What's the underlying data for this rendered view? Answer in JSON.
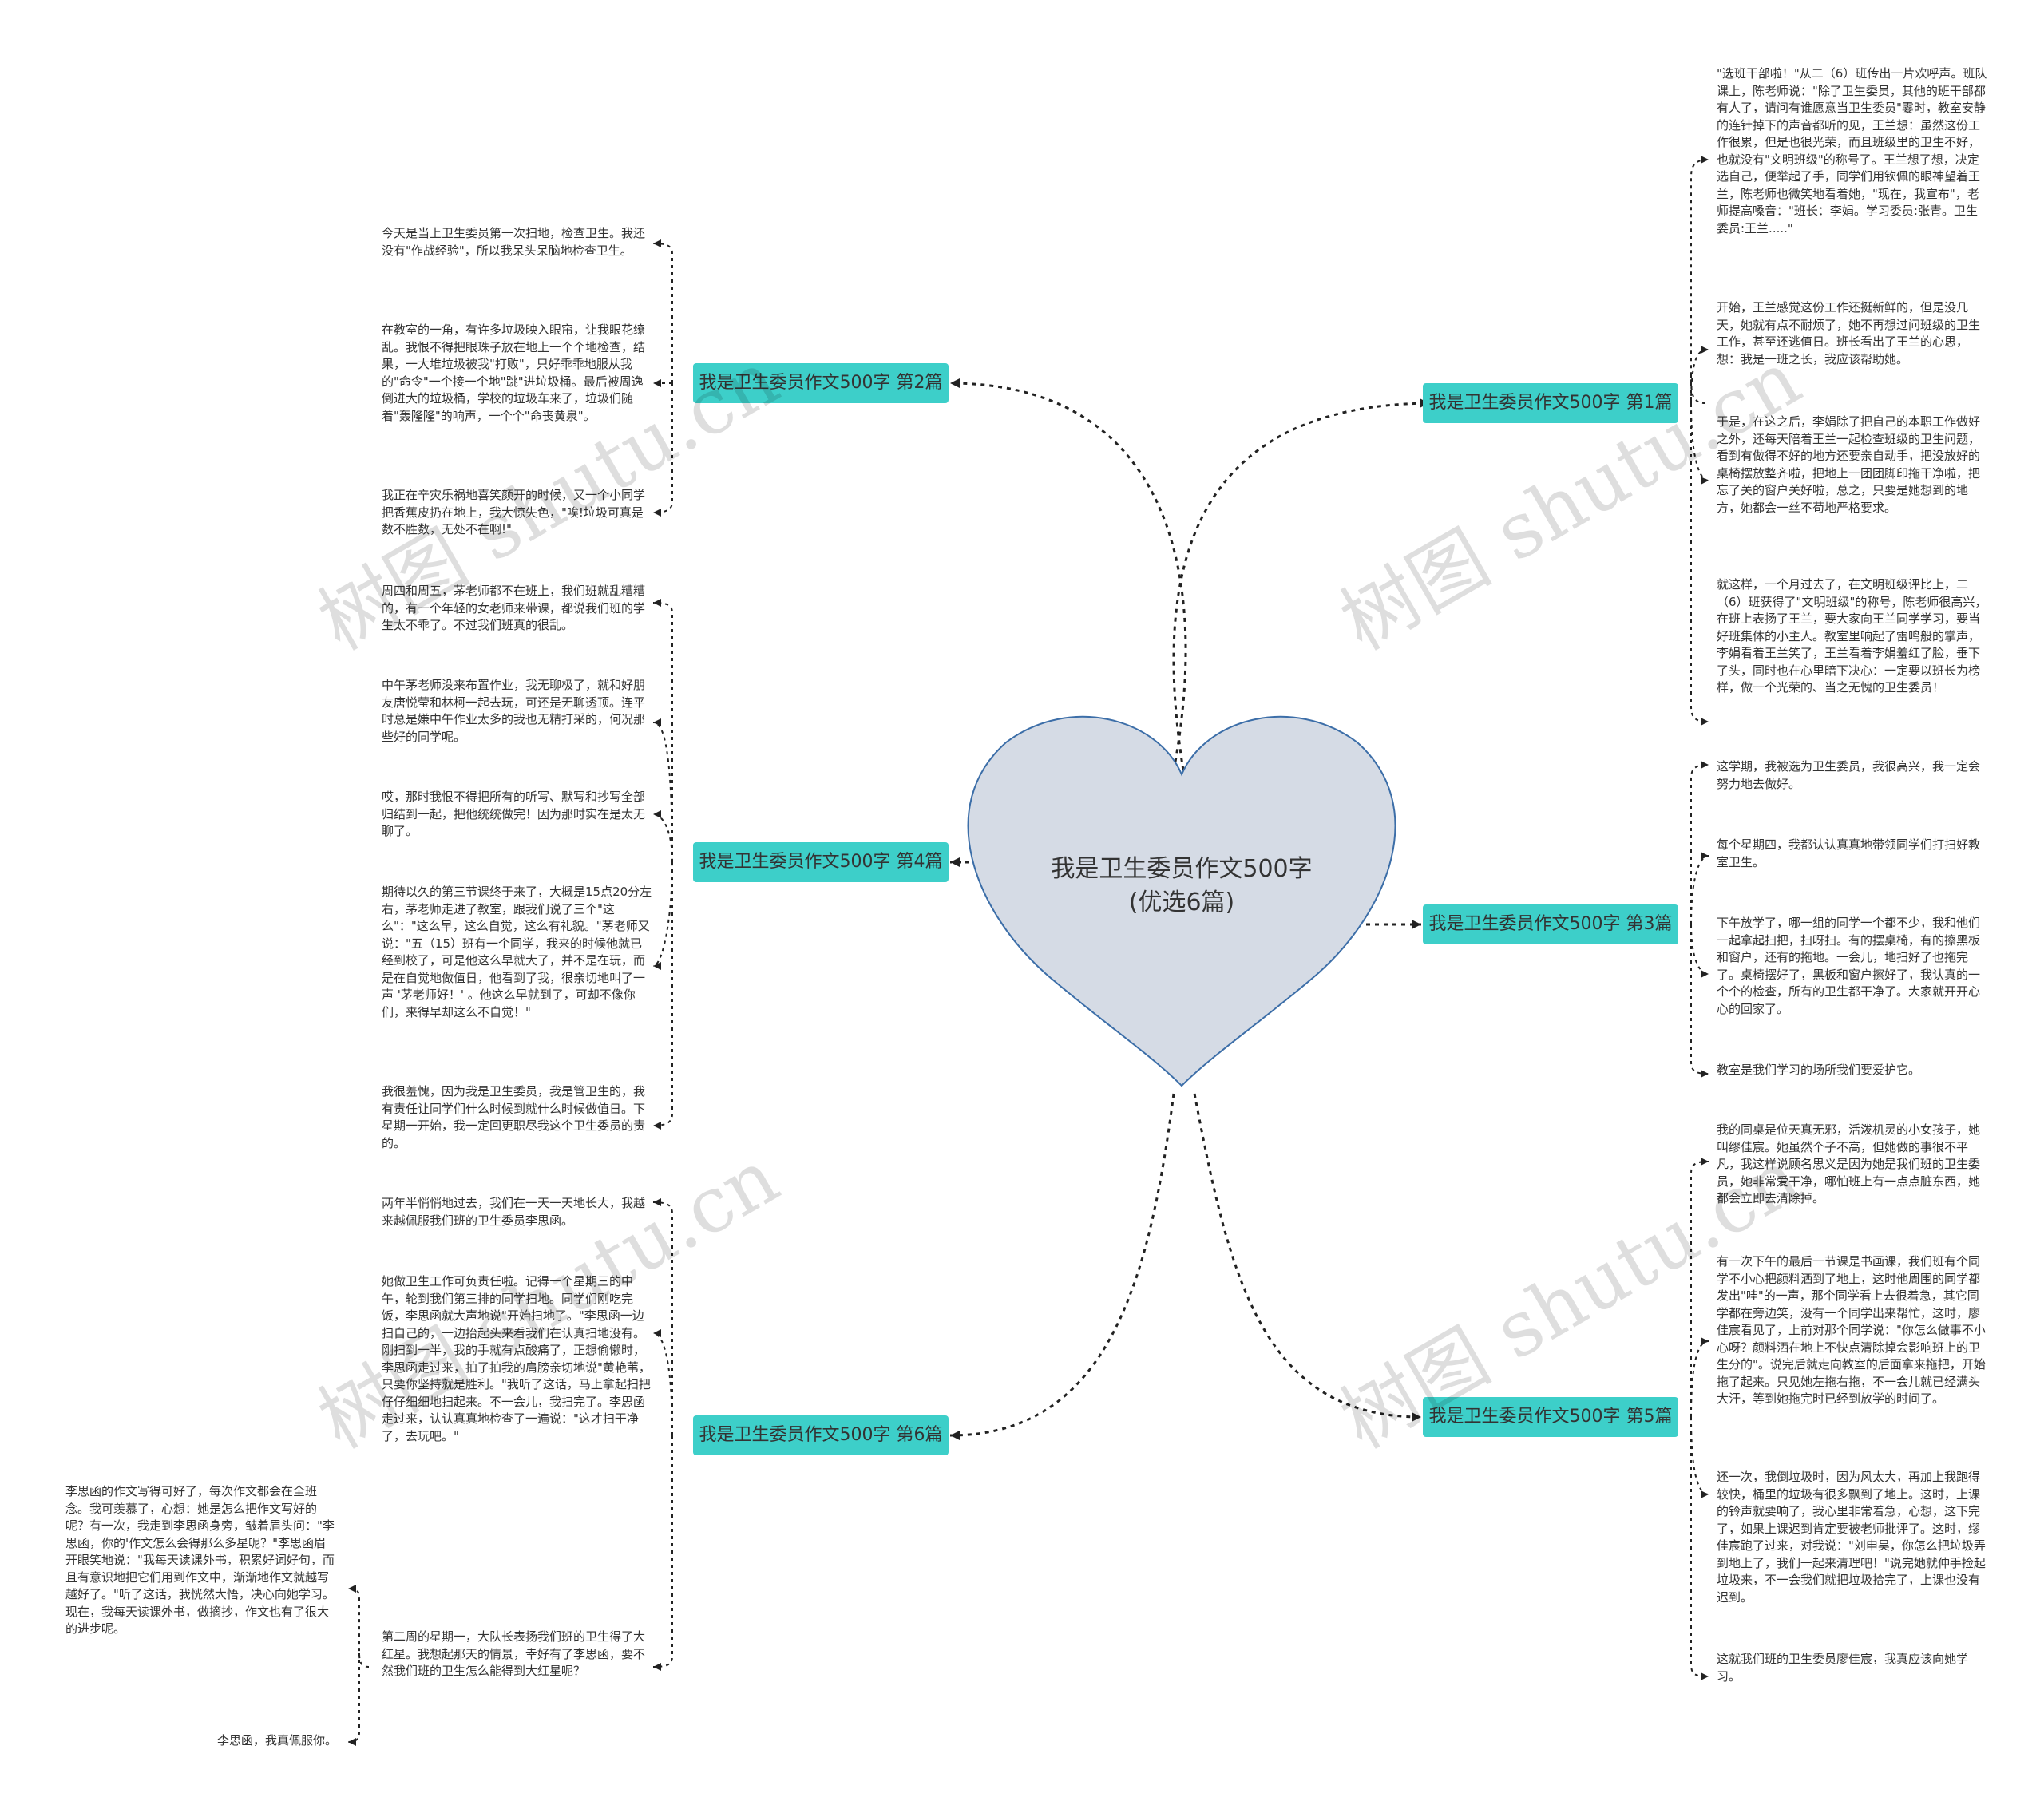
{
  "center": {
    "title": "我是卫生委员作文500字(优选6篇)"
  },
  "watermark": "树图 shutu.cn",
  "colors": {
    "topic_fill": "#3dcfc9",
    "heart_fill": "#d5dbe5",
    "heart_stroke": "#3c6ea8",
    "line": "#222222"
  },
  "topics": [
    {
      "label": "我是卫生委员作文500字 第1篇",
      "items": [
        "\"选班干部啦！\"从二（6）班传出一片欢呼声。班队课上，陈老师说：\"除了卫生委员，其他的班干部都有人了，请问有谁愿意当卫生委员\"霎时，教室安静的连针掉下的声音都听的见，王兰想：虽然这份工作很累，但是也很光荣，而且班级里的卫生不好，也就没有\"文明班级\"的称号了。王兰想了想，决定选自己，便举起了手，同学们用钦佩的眼神望着王兰，陈老师也微笑地看着她，\"现在，我宣布\"，老师提高嗓音：\"班长：李娟。学习委员:张青。卫生委员:王兰.....\"",
        "开始，王兰感觉这份工作还挺新鲜的，但是没几天，她就有点不耐烦了，她不再想过问班级的卫生工作，甚至还逃值日。班长看出了王兰的心思，想：我是一班之长，我应该帮助她。",
        "于是，在这之后，李娟除了把自己的本职工作做好之外，还每天陪着王兰一起检查班级的卫生问题，看到有做得不好的地方还要亲自动手，把没放好的桌椅摆放整齐啦，把地上一团团脚印拖干净啦，把忘了关的窗户关好啦，总之，只要是她想到的地方，她都会一丝不苟地严格要求。",
        "就这样，一个月过去了，在文明班级评比上，二（6）班获得了\"文明班级\"的称号，陈老师很高兴，在班上表扬了王兰，要大家向王兰同学学习，要当好班集体的小主人。教室里响起了雷鸣般的掌声，李娟看着王兰笑了，王兰看着李娟羞红了脸，垂下了头，同时也在心里暗下决心：一定要以班长为榜样，做一个光荣的、当之无愧的卫生委员！"
      ]
    },
    {
      "label": "我是卫生委员作文500字 第2篇",
      "items": [
        "今天是当上卫生委员第一次扫地，检查卫生。我还没有\"作战经验\"，所以我呆头呆脑地检查卫生。",
        "在教室的一角，有许多垃圾映入眼帘，让我眼花缭乱。我恨不得把眼珠子放在地上一个个地检查，结果，一大堆垃圾被我\"打败\"，只好乖乖地服从我的\"命令\"一个接一个地\"跳\"进垃圾桶。最后被周逸倒进大的垃圾桶，学校的垃圾车来了，垃圾们随着\"轰隆隆\"的响声，一个个\"命丧黄泉\"。",
        "我正在辛灾乐祸地喜笑颜开的时候，又一个小同学把香蕉皮扔在地上，我大惊失色，\"唉!垃圾可真是数不胜数，无处不在啊!\""
      ]
    },
    {
      "label": "我是卫生委员作文500字 第3篇",
      "items": [
        "这学期，我被选为卫生委员，我很高兴，我一定会努力地去做好。",
        "每个星期四，我都认认真真地带领同学们打扫好教室卫生。",
        "下午放学了，哪一组的同学一个都不少，我和他们一起拿起扫把，扫呀扫。有的摆桌椅，有的擦黑板和窗户，还有的拖地。一会儿，地扫好了也拖完了。桌椅摆好了，黑板和窗户擦好了，我认真的一个个的检查，所有的卫生都干净了。大家就开开心心的回家了。",
        "教室是我们学习的场所我们要爱护它。"
      ]
    },
    {
      "label": "我是卫生委员作文500字 第4篇",
      "items": [
        "周四和周五，茅老师都不在班上，我们班就乱糟糟的，有一个年轻的女老师来带课，都说我们班的学生太不乖了。不过我们班真的很乱。",
        "中午茅老师没来布置作业，我无聊极了，就和好朋友唐悦莹和林柯一起去玩，可还是无聊透顶。连平时总是嫌中午作业太多的我也无精打采的，何况那些好的同学呢。",
        "哎，那时我恨不得把所有的听写、默写和抄写全部归结到一起，把他统统做完！因为那时实在是太无聊了。",
        "期待以久的第三节课终于来了，大概是15点20分左右，茅老师走进了教室，跟我们说了三个\"这么\"：\"这么早，这么自觉，这么有礼貌。\"茅老师又说：\"五（15）班有一个同学，我来的时候他就已经到校了，可是他这么早就大了，并不是在玩，而是在自觉地做值日，他看到了我，很亲切地叫了一声 '茅老师好！' 。他这么早就到了，可却不像你们，来得早却这么不自觉！\"",
        "我很羞愧，因为我是卫生委员，我是管卫生的，我有责任让同学们什么时候到就什么时候做值日。下星期一开始，我一定回更职尽我这个卫生委员的责的。"
      ]
    },
    {
      "label": "我是卫生委员作文500字 第5篇",
      "items": [
        "我的同桌是位天真无邪，活泼机灵的小女孩子，她叫缪佳宸。她虽然个子不高，但她做的事很不平凡，我这样说顾名思义是因为她是我们班的卫生委员，她非常爱干净，哪怕班上有一点点脏东西，她都会立即去清除掉。",
        "有一次下午的最后一节课是书画课，我们班有个同学不小心把颜料洒到了地上，这时他周围的同学都发出\"哇\"的一声，那个同学看上去很着急，其它同学都在旁边笑，没有一个同学出来帮忙，这时，廖佳宸看见了，上前对那个同学说：\"你怎么做事不小心呀？颜料洒在地上不快点清除掉会影响班上的卫生分的\"。说完后就走向教室的后面拿来拖把，开始拖了起来。只见她左拖右拖，不一会儿就已经满头大汗，等到她拖完时已经到放学的时间了。",
        "还一次，我倒垃圾时，因为风太大，再加上我跑得较快，桶里的垃圾有很多飘到了地上。这时，上课的铃声就要响了，我心里非常着急，心想，这下完了，如果上课迟到肯定要被老师批评了。这时，缪佳宸跑了过来，对我说：\"刘申昊，你怎么把垃圾弄到地上了，我们一起来清理吧！\"说完她就伸手捡起垃圾来，不一会我们就把垃圾拾完了，上课也没有迟到。",
        "这就我们班的卫生委员廖佳宸，我真应该向她学习。"
      ]
    },
    {
      "label": "我是卫生委员作文500字 第6篇",
      "items": [
        "两年半悄悄地过去，我们在一天一天地长大，我越来越佩服我们班的卫生委员李思函。",
        "她做卫生工作可负责任啦。记得一个星期三的中午，轮到我们第三排的同学扫地。同学们刚吃完饭，李思函就大声地说\"开始扫地了。\"李思函一边扫自己的，一边抬起头来看我们在认真扫地没有。刚扫到一半，我的手就有点酸痛了，正想偷懒时，李思函走过来，拍了拍我的肩膀亲切地说\"黄艳苇，只要你坚持就是胜利。\"我听了这话，马上拿起扫把仔仔细细地扫起来。不一会儿，我扫完了。李思函走过来，认认真真地检查了一遍说：\"这才扫干净了，去玩吧。\"",
        "第二周的星期一，大队长表扬我们班的卫生得了大红星。我想起那天的情景，幸好有了李思函，要不然我们班的卫生怎么能得到大红星呢？"
      ],
      "subitems": [
        "李思函的作文写得可好了，每次作文都会在全班念。我可羡慕了，心想：她是怎么把作文写好的呢？有一次，我走到李思函身旁，皱着眉头问：\"李思函，你的'作文怎么会得那么多星呢？\"李思函眉开眼笑地说：\"我每天读课外书，积累好词好句，而且有意识地把它们用到作文中，渐渐地作文就越写越好了。\"听了这话，我恍然大悟，决心向她学习。现在，我每天读课外书，做摘抄，作文也有了很大的进步呢。",
        "李思函，我真佩服你。"
      ]
    }
  ]
}
